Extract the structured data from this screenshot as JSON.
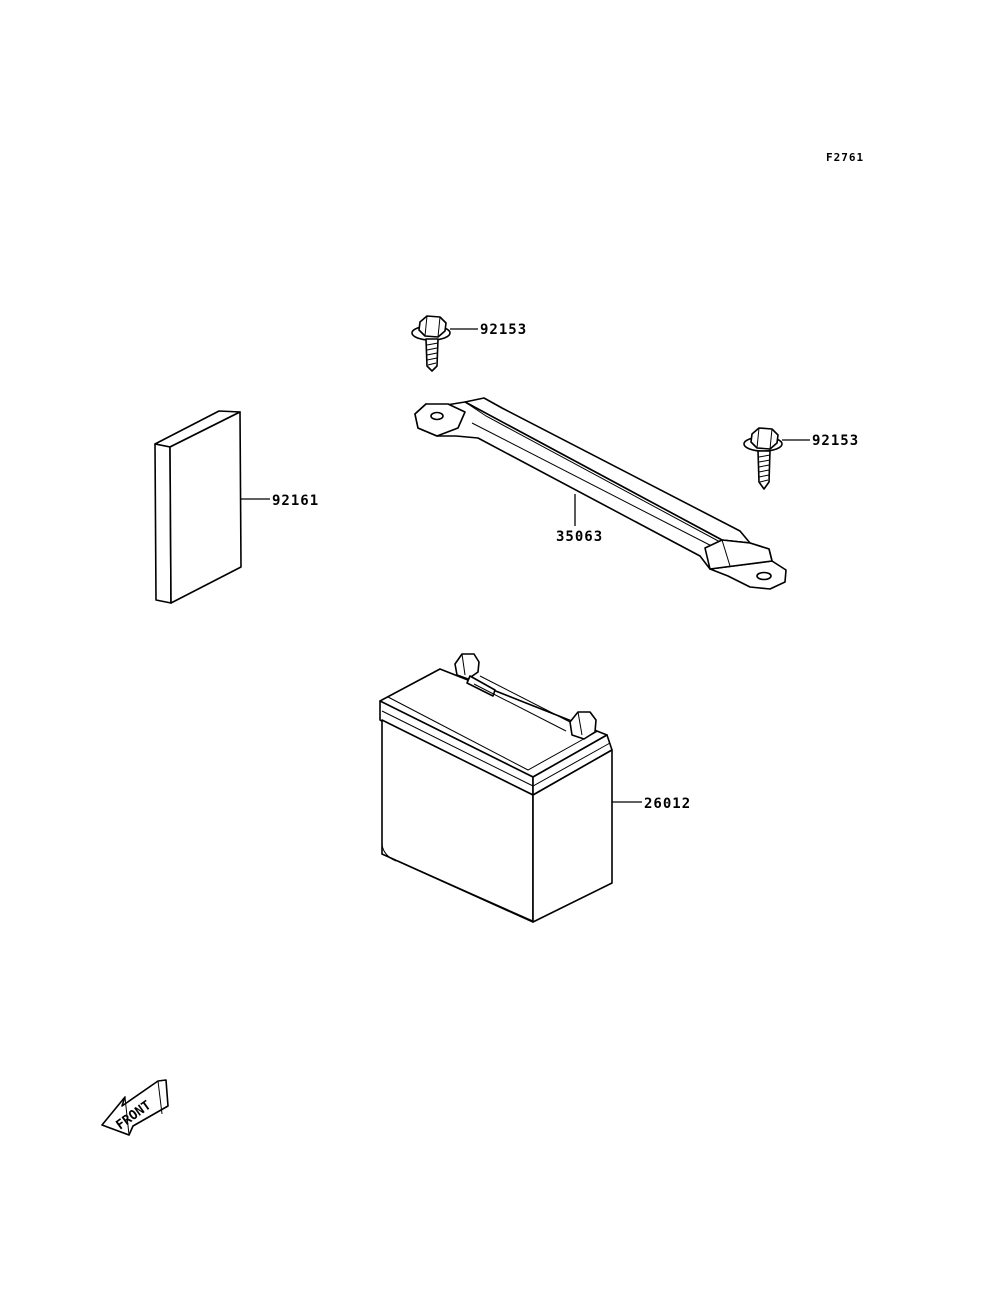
{
  "diagram": {
    "ref_code": "F2761",
    "front_label": "FRONT",
    "parts": [
      {
        "part_number": "92153",
        "item": "bolt-upper"
      },
      {
        "part_number": "92153",
        "item": "bolt-right"
      },
      {
        "part_number": "92161",
        "item": "pad"
      },
      {
        "part_number": "35063",
        "item": "strap"
      },
      {
        "part_number": "26012",
        "item": "battery"
      }
    ]
  }
}
